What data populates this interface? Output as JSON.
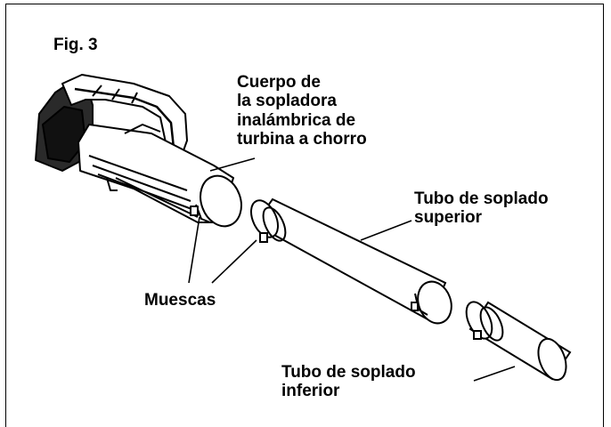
{
  "figure": {
    "title": "Fig. 3"
  },
  "labels": {
    "blower_body": [
      "Cuerpo de",
      "la sopladora",
      "inalámbrica de",
      "turbina a chorro"
    ],
    "upper_tube": [
      "Tubo de soplado",
      "superior"
    ],
    "notches": "Muescas",
    "lower_tube": [
      "Tubo de soplado",
      "inferior"
    ]
  },
  "colors": {
    "line": "#000000",
    "fill": "#ffffff",
    "shade": "#555555",
    "dark": "#1a1a1a"
  }
}
